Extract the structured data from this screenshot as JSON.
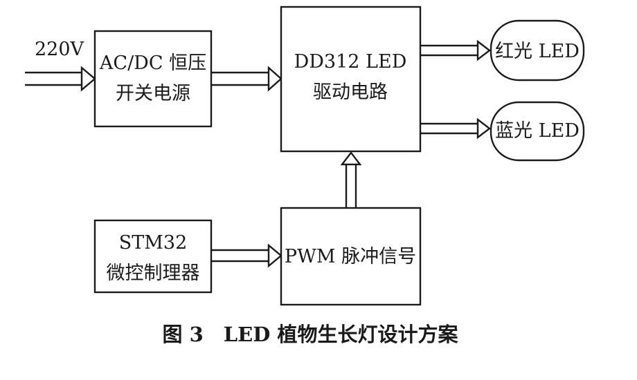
{
  "diagram": {
    "input_label": "220V",
    "power_supply": {
      "line1": "AC/DC 恒压",
      "line2": "开关电源"
    },
    "driver": {
      "line1": "DD312 LED",
      "line2": "驱动电路"
    },
    "red_led": "红光 LED",
    "blue_led": "蓝光 LED",
    "mcu": {
      "line1": "STM32",
      "line2": "微控制理器"
    },
    "pwm": "PWM 脉冲信号"
  },
  "caption": "图 3　LED 植物生长灯设计方案"
}
